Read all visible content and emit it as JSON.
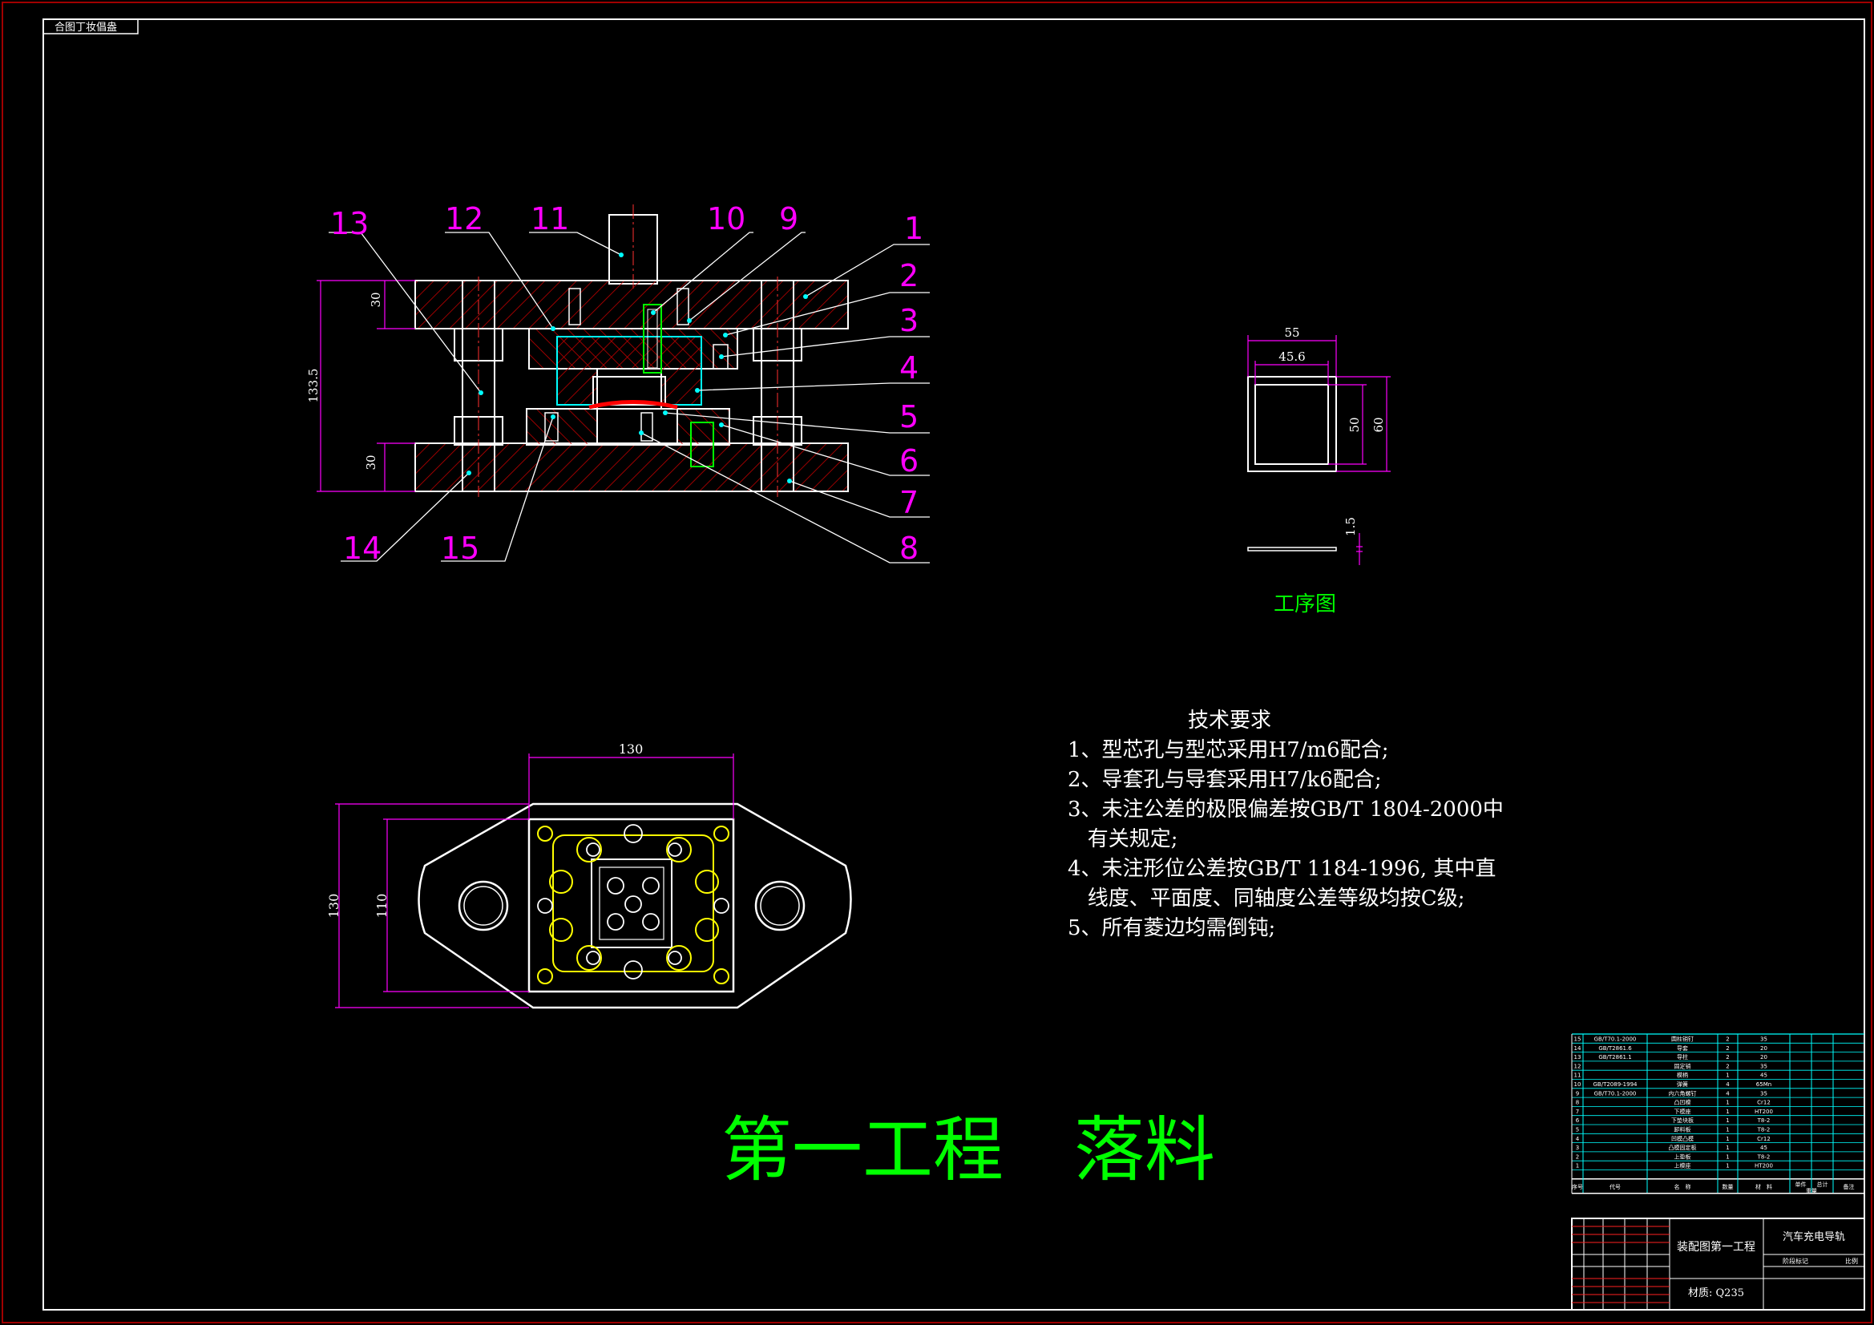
{
  "corner_tag": "合图丁妆倡盎",
  "colors": {
    "background": "#000000",
    "frame": "#ffffff",
    "outer_border": "#a00000",
    "hatch": "#ff0000",
    "centerline": "#ff3030",
    "dimension": "#ff00ff",
    "leader": "#00ffff",
    "balloon": "#ff00ff",
    "green_title": "#00ff00",
    "yellow": "#ffff00"
  },
  "section_view": {
    "balloons": [
      "1",
      "2",
      "3",
      "4",
      "5",
      "6",
      "7",
      "8",
      "9",
      "10",
      "11",
      "12",
      "13",
      "14",
      "15"
    ],
    "dims": {
      "top_plate": "30",
      "bottom_plate": "30",
      "total_height": "133.5"
    }
  },
  "plan_view": {
    "dims": {
      "width": "130",
      "height_outer": "130",
      "height_inner": "110"
    }
  },
  "process_drawing": {
    "dims": {
      "outer_w": "55",
      "inner_w": "45.6",
      "inner_h": "50",
      "outer_h": "60",
      "thickness": "1.5"
    },
    "caption": "工序图"
  },
  "tech_requirements": {
    "heading": "技术要求",
    "lines": [
      "1、型芯孔与型芯采用H7/m6配合;",
      "2、导套孔与导套采用H7/k6配合;",
      "3、未注公差的极限偏差按GB/T 1804-2000中",
      "   有关规定;",
      "4、未注形位公差按GB/T 1184-1996, 其中直",
      "   线度、平面度、同轴度公差等级均按C级;",
      "5、所有菱边均需倒钝;"
    ]
  },
  "big_title": "第一工程　落料",
  "bom": {
    "rows": [
      {
        "no": "15",
        "code": "GB/T70.1-2000",
        "name": "圆柱销钉",
        "qty": "2",
        "mat": "35"
      },
      {
        "no": "14",
        "code": "GB/T2861.6",
        "name": "导套",
        "qty": "2",
        "mat": "20"
      },
      {
        "no": "13",
        "code": "GB/T2861.1",
        "name": "导柱",
        "qty": "2",
        "mat": "20"
      },
      {
        "no": "12",
        "code": "",
        "name": "固定销",
        "qty": "2",
        "mat": "35"
      },
      {
        "no": "11",
        "code": "",
        "name": "模柄",
        "qty": "1",
        "mat": "45"
      },
      {
        "no": "10",
        "code": "GB/T2089-1994",
        "name": "弹簧",
        "qty": "4",
        "mat": "65Mn"
      },
      {
        "no": "9",
        "code": "GB/T70.1-2000",
        "name": "内六角螺钉",
        "qty": "4",
        "mat": "35"
      },
      {
        "no": "8",
        "code": "",
        "name": "凸凹模",
        "qty": "1",
        "mat": "Cr12"
      },
      {
        "no": "7",
        "code": "",
        "name": "下模座",
        "qty": "1",
        "mat": "HT200"
      },
      {
        "no": "6",
        "code": "",
        "name": "下垫块板",
        "qty": "1",
        "mat": "T8-2"
      },
      {
        "no": "5",
        "code": "",
        "name": "卸料板",
        "qty": "1",
        "mat": "T8-2"
      },
      {
        "no": "4",
        "code": "",
        "name": "凹模凸模",
        "qty": "1",
        "mat": "Cr12"
      },
      {
        "no": "3",
        "code": "",
        "name": "凸模固定板",
        "qty": "1",
        "mat": "45"
      },
      {
        "no": "2",
        "code": "",
        "name": "上垫板",
        "qty": "1",
        "mat": "T8-2"
      },
      {
        "no": "1",
        "code": "",
        "name": "上模座",
        "qty": "1",
        "mat": "HT200"
      }
    ],
    "header": {
      "no": "序号",
      "code": "代号",
      "name": "名　称",
      "qty": "数量",
      "mat": "材　料",
      "unit": "单件",
      "total": "总计",
      "weight": "重量",
      "remark": "备注"
    }
  },
  "title_block": {
    "drawing_name": "装配图第一工程",
    "project": "汽车充电导轨",
    "material_label": "材质: Q235",
    "stage_label": "阶段标记",
    "scale_label": "比例"
  }
}
